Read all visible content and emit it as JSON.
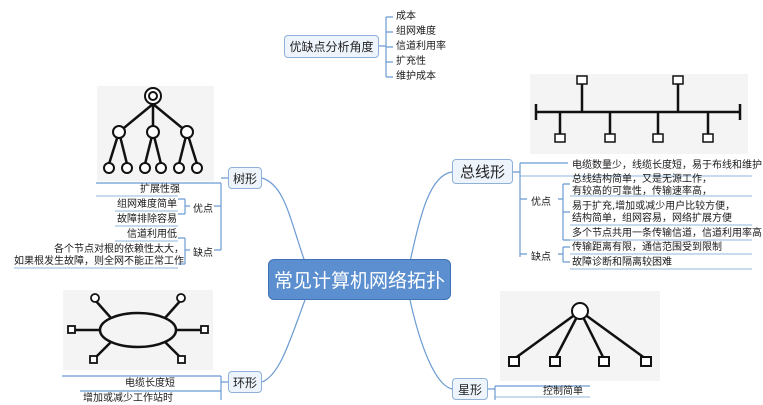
{
  "central": "常见计算机网络拓扑",
  "pros_cons": {
    "title": "优缺点分析角度",
    "items": [
      "成本",
      "组网难度",
      "信道利用率",
      "扩充性",
      "维护成本"
    ]
  },
  "bus": {
    "title": "总线形",
    "pros_label": "优点",
    "cons_label": "缺点",
    "first": "电缆数量少，线缆长度短，易于布线和维护",
    "pros": [
      "总线结构简单，又是无源工作，\n有较高的可靠性，传输速率高，",
      "易于扩充,增加或减少用户比较方便，\n结构简单，组网容易，网络扩展方便",
      "多个节点共用一条传输信道，信道利用率高"
    ],
    "cons": [
      "传输距离有限，通信范围受到限制",
      "故障诊断和隔离较困难"
    ]
  },
  "tree": {
    "title": "树形",
    "pros_label": "优点",
    "cons_label": "缺点",
    "first": "扩展性强",
    "pros": [
      "组网难度简单",
      "故障排除容易"
    ],
    "cons": [
      "信道利用低",
      "各个节点对根的依赖性太大，\n如果根发生故障，则全网不能正常工作"
    ]
  },
  "ring": {
    "title": "环形",
    "items": [
      "电缆长度短",
      "增加或减少工作站时"
    ]
  },
  "star": {
    "title": "星形",
    "items": [
      "控制简单"
    ]
  },
  "colors": {
    "central": "#5b8fd0",
    "node_bg": "#eef4fc",
    "node_border": "#8fb0d9",
    "wire": "#6b9bd2"
  }
}
